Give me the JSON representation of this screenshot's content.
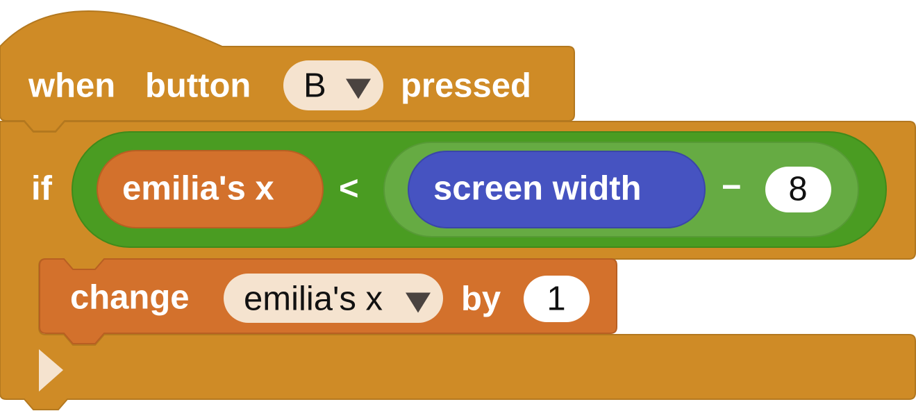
{
  "script": {
    "hat_block": {
      "when_label": "when",
      "button_label": "button",
      "button_dropdown": {
        "selected": "B",
        "icon": "dropdown-triangle-icon"
      },
      "pressed_label": "pressed"
    },
    "if_block": {
      "if_label": "if",
      "condition": {
        "left_reporter": "emilia's x",
        "operator": "<",
        "right_expression": {
          "reporter": "screen width",
          "operator": "−",
          "value": "8"
        }
      },
      "body": {
        "change_block": {
          "change_label": "change",
          "variable_dropdown": {
            "selected": "emilia's x",
            "icon": "dropdown-triangle-icon"
          },
          "by_label": "by",
          "value": "1"
        }
      },
      "collapse_icon": "play-triangle-icon"
    }
  },
  "colors": {
    "event_block": "#cf8b26",
    "event_border": "#b3781f",
    "logic_block": "#4a9c22",
    "logic_inner": "#66ab43",
    "variable_block": "#d3712c",
    "reporter_block": "#4653c1",
    "dropdown_fill": "#f5e3cf",
    "number_fill": "#ffffff"
  }
}
